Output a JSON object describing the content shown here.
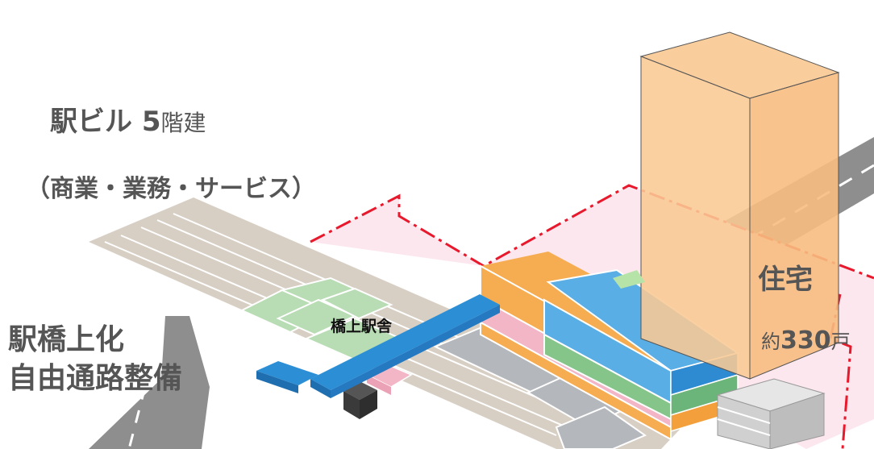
{
  "labels": {
    "station_building_main": "駅ビル 5",
    "station_building_floors": "階建",
    "station_building_uses": "（商業・業務・サービス）",
    "bridge_line1": "駅橋上化",
    "bridge_line2": "自由通路整備",
    "bridge_station": "橋上駅舎",
    "housing": "住宅",
    "units_prefix": "約",
    "units_number": "330",
    "units_suffix": "戸"
  },
  "colors": {
    "tower": "#f9c994",
    "walkway": "#2c8fd6",
    "station_building_blue": "#5aaee6",
    "station_building_orange": "#f6ad52",
    "station_building_pink": "#f3b6c6",
    "station_building_green": "#86c58a",
    "platform_green": "#b8dcb4",
    "site_boundary": "#e8192c",
    "site_fill": "#fde7ee",
    "track_bed": "#d8cfc4",
    "road": "#8e8e8e"
  }
}
